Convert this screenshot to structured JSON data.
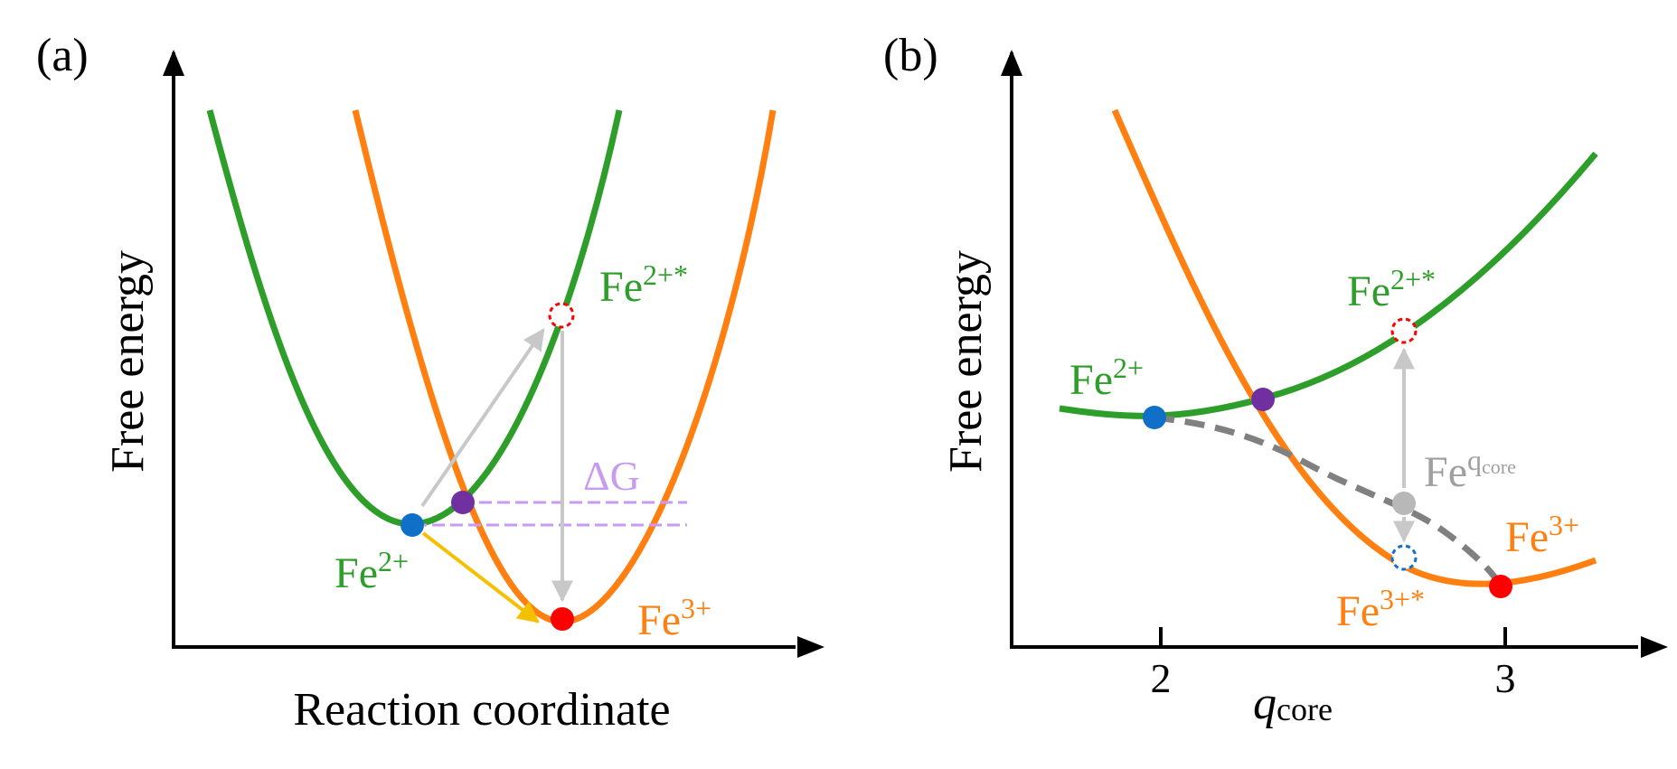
{
  "colors": {
    "green": "#2e9e2a",
    "orange": "#ff8010",
    "blue": "#1070c8",
    "purple": "#7030a0",
    "red": "#ff0000",
    "gray": "#c8c8c8",
    "dark_gray": "#808080",
    "lavender": "#c79bf2",
    "yellow": "#f5c000",
    "black": "#000000"
  },
  "panel_a": {
    "label": "(a)",
    "ylabel": "Free energy",
    "xlabel": "Reaction coordinate",
    "fe2_base": "Fe",
    "fe2_sup": "2+",
    "fe3_base": "Fe",
    "fe3_sup": "3+",
    "fe2star_base": "Fe",
    "fe2star_sup": "2+*",
    "delta_g": "ΔG"
  },
  "panel_b": {
    "label": "(b)",
    "ylabel": "Free energy",
    "x_tick_2": "2",
    "x_tick_3": "3",
    "xlabel_main": "q",
    "xlabel_sub": "core",
    "fe2_base": "Fe",
    "fe2_sup": "2+",
    "fe3_base": "Fe",
    "fe3_sup": "3+",
    "fe2star_base": "Fe",
    "fe2star_sup": "2+*",
    "fe3star_base": "Fe",
    "fe3star_sup": "3+*",
    "feq_base": "Fe",
    "feq_sup_main": "q",
    "feq_sup_sub": "core"
  }
}
